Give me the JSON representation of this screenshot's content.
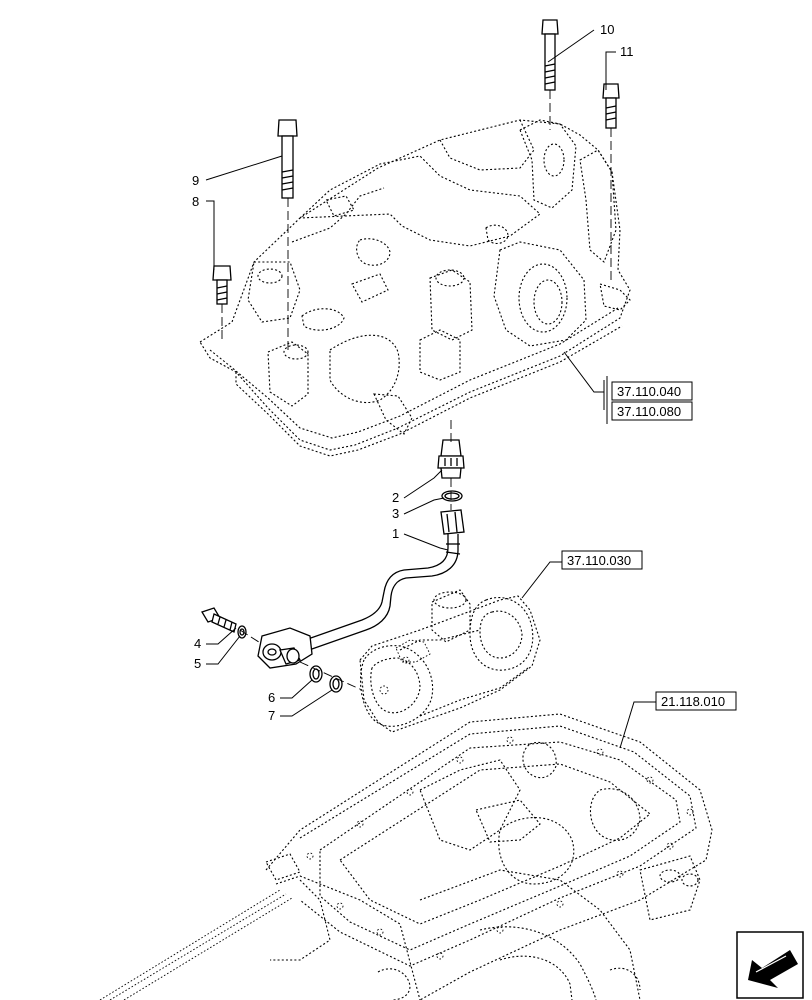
{
  "callouts": {
    "c1": "1",
    "c2": "2",
    "c3": "3",
    "c4": "4",
    "c5": "5",
    "c6": "6",
    "c7": "7",
    "c8": "8",
    "c9": "9",
    "c10": "10",
    "c11": "11"
  },
  "references": {
    "r1": "37.110.040",
    "r2": "37.110.080",
    "r3": "37.110.030",
    "r4": "21.118.010"
  },
  "nav": {
    "icon": "arrow-nav-icon"
  }
}
